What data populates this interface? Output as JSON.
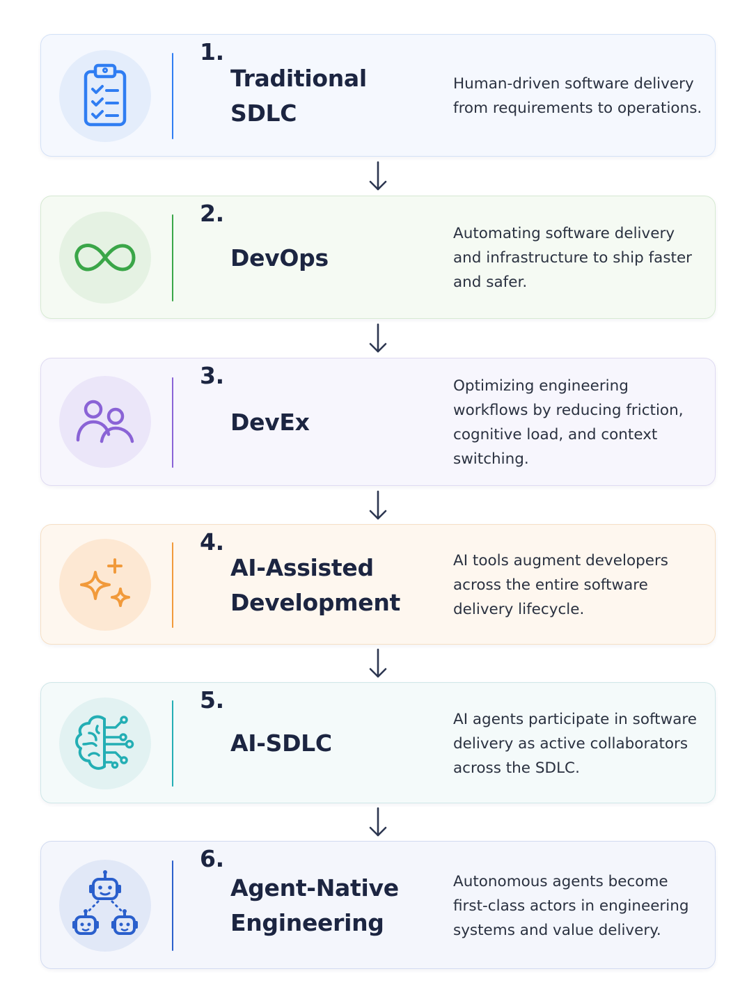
{
  "stages": [
    {
      "number": "1.",
      "title": "Traditional SDLC",
      "description": "Human-driven software delivery from requirements to operations.",
      "icon": "clipboard-checklist-icon",
      "accent": "#2f7df2",
      "card_bg": "#f5f8fe",
      "card_border": "#d3e1f7",
      "circle_bg": "#e4edfb"
    },
    {
      "number": "2.",
      "title": "DevOps",
      "description": "Automating software delivery and infrastructure to ship faster and safer.",
      "icon": "infinity-icon",
      "accent": "#3aa648",
      "card_bg": "#f5faf3",
      "card_border": "#d6ead2",
      "circle_bg": "#e5f2e3"
    },
    {
      "number": "3.",
      "title": "DevEx",
      "description": "Optimizing engineering workflows by reducing friction, cognitive load, and context switching.",
      "icon": "people-icon",
      "accent": "#8a63d6",
      "card_bg": "#f7f6fd",
      "card_border": "#dfdaf2",
      "circle_bg": "#ebe6f9"
    },
    {
      "number": "4.",
      "title": "AI-Assisted Development",
      "description": "AI tools augment developers across the entire software delivery lifecycle.",
      "icon": "sparkles-icon",
      "accent": "#f19a3b",
      "card_bg": "#fef7ef",
      "card_border": "#f6dfc4",
      "circle_bg": "#fde8d3"
    },
    {
      "number": "5.",
      "title": "AI-SDLC",
      "description": "AI agents participate in software delivery as active collaborators across the SDLC.",
      "icon": "brain-circuit-icon",
      "accent": "#23aeb4",
      "card_bg": "#f4fafa",
      "card_border": "#cfe7e8",
      "circle_bg": "#e2f2f2"
    },
    {
      "number": "6.",
      "title": "Agent-Native Engineering",
      "description": "Autonomous agents become first-class actors in engineering systems and value delivery.",
      "icon": "robot-network-icon",
      "accent": "#2a5fcc",
      "card_bg": "#f4f6fc",
      "card_border": "#d2dbf1",
      "circle_bg": "#e1e8f7"
    }
  ],
  "arrow_color": "#2c3650"
}
